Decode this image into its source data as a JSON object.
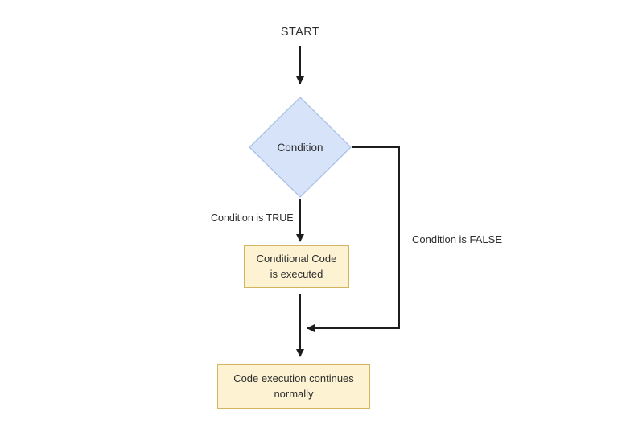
{
  "flowchart": {
    "start": {
      "label": "START"
    },
    "condition": {
      "label": "Condition"
    },
    "edges": {
      "true_label": "Condition is TRUE",
      "false_label": "Condition is FALSE"
    },
    "conditional_code": {
      "line1": "Conditional Code",
      "line2": "is executed"
    },
    "continue_node": {
      "line1": "Code execution continues",
      "line2": "normally"
    },
    "colors": {
      "decision_fill": "#d7e3f8",
      "decision_border": "#a9c2e6",
      "process_fill": "#fdf3d2",
      "process_border": "#d2b55e",
      "connector": "#1d1d1d",
      "text": "#2d2d2d"
    }
  }
}
